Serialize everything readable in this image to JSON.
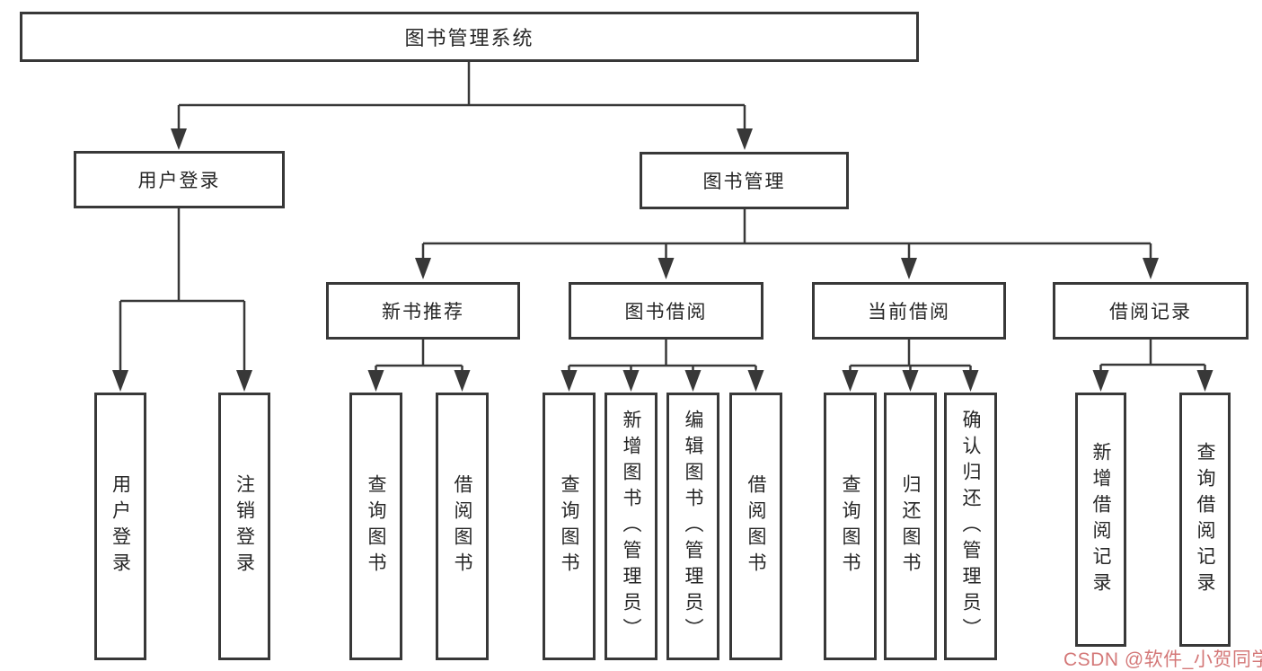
{
  "colors": {
    "line": "#383838",
    "box_border": "#383838",
    "text": "#262626",
    "background": "#ffffff",
    "watermark": "#d47878"
  },
  "watermark": {
    "text": "CSDN @软件_小贺同学"
  },
  "tree": {
    "label": "图书管理系统",
    "children": [
      {
        "label": "用户登录",
        "children": [
          {
            "label": "用户登录"
          },
          {
            "label": "注销登录"
          }
        ]
      },
      {
        "label": "图书管理",
        "children": [
          {
            "label": "新书推荐",
            "children": [
              {
                "label": "查询图书"
              },
              {
                "label": "借阅图书"
              }
            ]
          },
          {
            "label": "图书借阅",
            "children": [
              {
                "label": "查询图书"
              },
              {
                "label": "新增图书（管理员）"
              },
              {
                "label": "编辑图书（管理员）"
              },
              {
                "label": "借阅图书"
              }
            ]
          },
          {
            "label": "当前借阅",
            "children": [
              {
                "label": "查询图书"
              },
              {
                "label": "归还图书"
              },
              {
                "label": "确认归还（管理员）"
              }
            ]
          },
          {
            "label": "借阅记录",
            "children": [
              {
                "label": "新增借阅记录"
              },
              {
                "label": "查询借阅记录"
              }
            ]
          }
        ]
      }
    ]
  }
}
